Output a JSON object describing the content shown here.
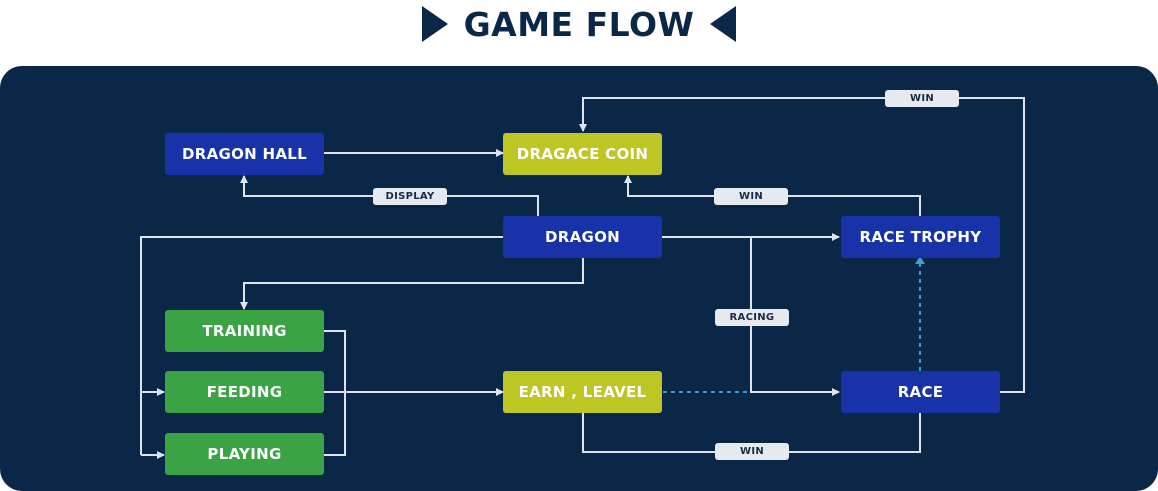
{
  "title": "GAME FLOW",
  "colors": {
    "background": "#0b2747",
    "blue_node": "#1832a8",
    "green_node": "#3aa445",
    "lime_node": "#bdc623",
    "connector": "#dfe4ec",
    "dashed_connector": "#3f9bd3"
  },
  "nodes": {
    "dragon_hall": "DRAGON HALL",
    "dragace_coin": "DRAGACE COIN",
    "dragon": "DRAGON",
    "race_trophy": "RACE TROPHY",
    "training": "TRAINING",
    "feeding": "FEEDING",
    "playing": "PLAYING",
    "earn_leavel": "EARN , LEAVEL",
    "race": "RACE"
  },
  "edge_labels": {
    "win_top": "WIN",
    "display": "DISPLAY",
    "win_trophy": "WIN",
    "racing": "RACING",
    "win_bottom": "WIN"
  },
  "edges": [
    {
      "from": "DRAGON HALL",
      "to": "DRAGACE COIN"
    },
    {
      "from": "DRAGON",
      "to": "DRAGON HALL",
      "label": "DISPLAY"
    },
    {
      "from": "RACE TROPHY",
      "to": "DRAGACE COIN",
      "label": "WIN"
    },
    {
      "from": "RACE",
      "to": "DRAGACE COIN",
      "label": "WIN"
    },
    {
      "from": "DRAGON",
      "to": "RACE TROPHY"
    },
    {
      "from": "DRAGON",
      "to": "RACE",
      "label": "RACING"
    },
    {
      "from": "DRAGON",
      "to": "TRAINING"
    },
    {
      "from": "DRAGON",
      "to": "FEEDING"
    },
    {
      "from": "DRAGON",
      "to": "PLAYING"
    },
    {
      "from": "TRAINING",
      "to": "EARN , LEAVEL"
    },
    {
      "from": "FEEDING",
      "to": "EARN , LEAVEL"
    },
    {
      "from": "PLAYING",
      "to": "EARN , LEAVEL"
    },
    {
      "from": "EARN , LEAVEL",
      "to": "RACE",
      "label": "WIN"
    },
    {
      "from": "EARN , LEAVEL",
      "to": "RACE",
      "style": "dashed"
    },
    {
      "from": "RACE",
      "to": "RACE TROPHY",
      "style": "dashed"
    }
  ]
}
